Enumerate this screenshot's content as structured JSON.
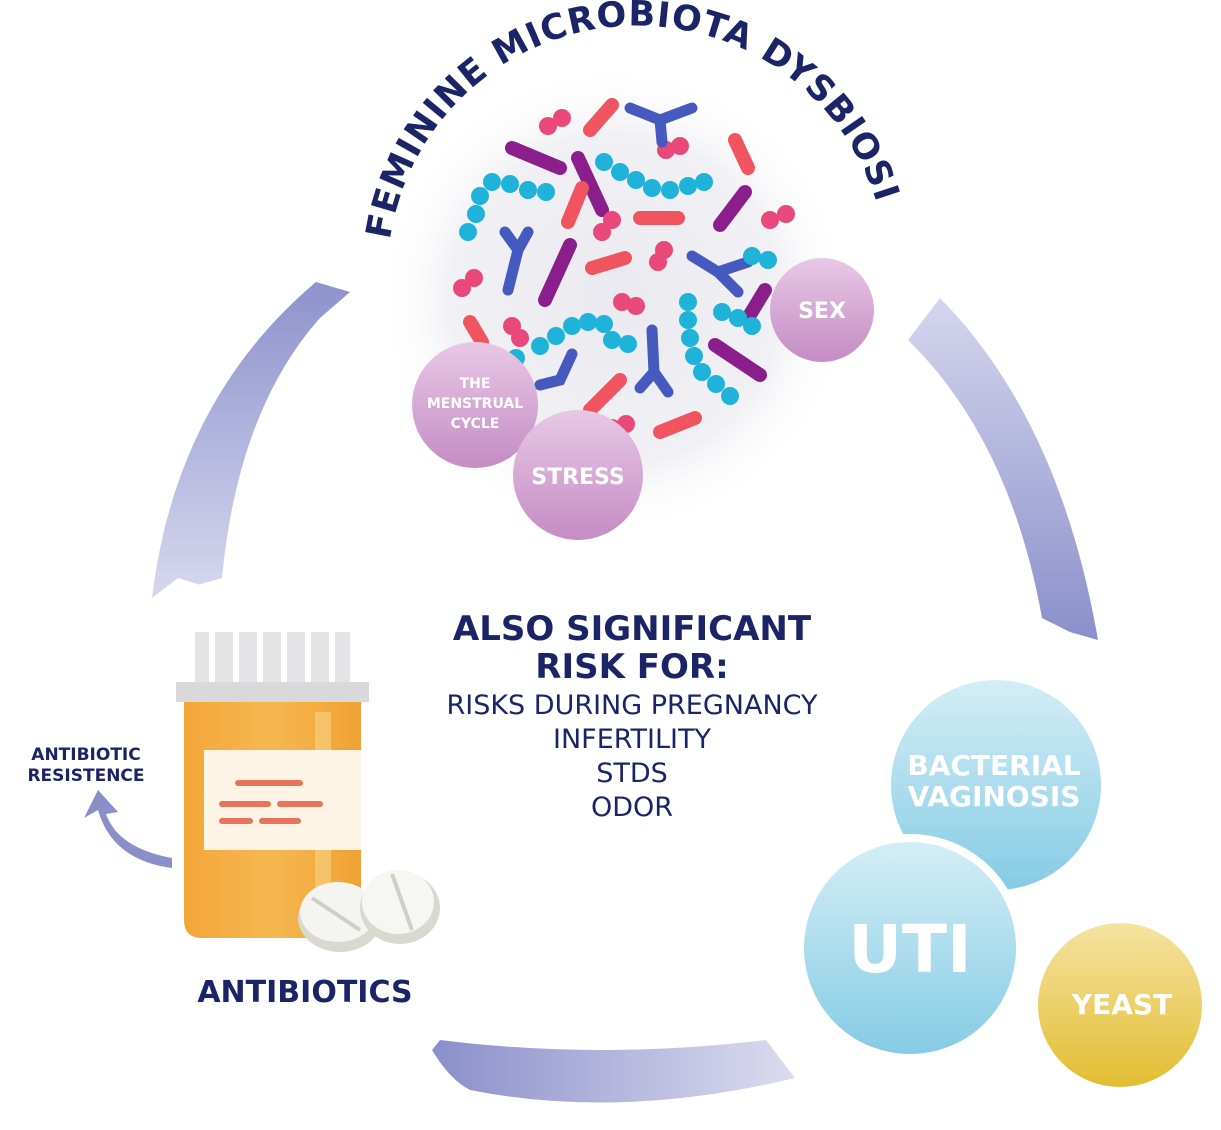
{
  "title": "FEMININE MICROBIOTA DYSBIOSIS",
  "factors": [
    {
      "id": "sex",
      "label": "SEX"
    },
    {
      "id": "menstrual",
      "lines": [
        "THE",
        "MENSTRUAL",
        "CYCLE"
      ]
    },
    {
      "id": "stress",
      "label": "STRESS"
    }
  ],
  "center": {
    "heading": [
      "ALSO SIGNIFICANT",
      "RISK FOR:"
    ],
    "items": [
      "RISKS DURING PREGNANCY",
      "INFERTILITY",
      "STDS",
      "ODOR"
    ]
  },
  "infections": {
    "bv": [
      "BACTERIAL",
      "VAGINOSIS"
    ],
    "uti": "UTI",
    "yeast": "YEAST"
  },
  "antibiotics": {
    "label": "ANTIBIOTICS",
    "resistance": [
      "ANTIBIOTIC",
      "RESISTENCE"
    ]
  },
  "colors": {
    "navy": "#1b2466",
    "arrow": "#8b8fc8",
    "factor_circle": "#c98fc6",
    "infection_circle": "#8fd0e6",
    "yeast": "#e6c341",
    "bottle": "#f2a93b",
    "pill": "#eeeeee"
  }
}
